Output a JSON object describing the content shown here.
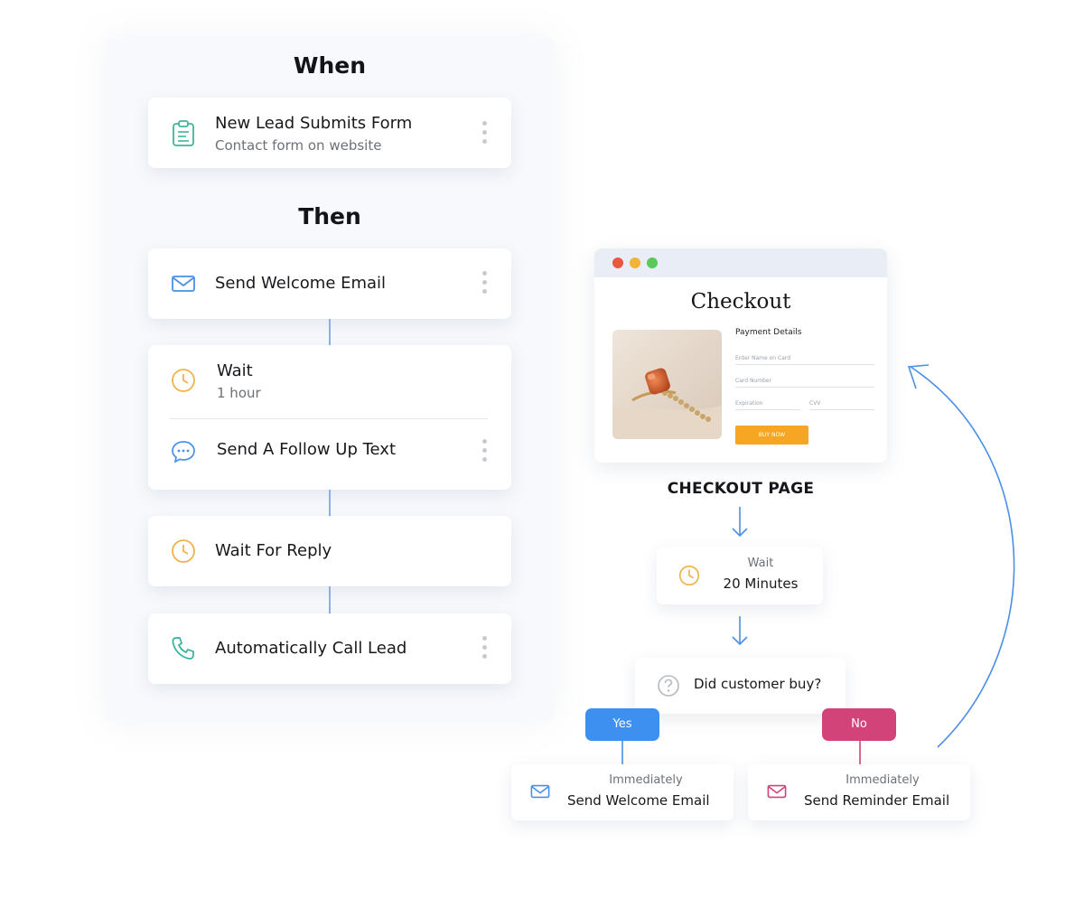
{
  "when": {
    "heading": "When",
    "trigger": {
      "title": "New Lead Submits Form",
      "subtitle": "Contact form on website"
    }
  },
  "then": {
    "heading": "Then",
    "steps": [
      {
        "title": "Send Welcome Email"
      },
      {
        "title": "Wait",
        "subtitle": "1 hour"
      },
      {
        "title": "Send A Follow Up Text"
      },
      {
        "title": "Wait For Reply"
      },
      {
        "title": "Automatically Call Lead"
      }
    ]
  },
  "checkout": {
    "window_title": "Checkout",
    "payment_heading": "Payment Details",
    "fields": {
      "name": "Enter Name on Card",
      "number": "Card Number",
      "expiration": "Expiration",
      "cvv": "CVV"
    },
    "buy_button": "BUY NOW",
    "page_label": "CHECKOUT PAGE"
  },
  "flow": {
    "wait": {
      "caption": "Wait",
      "value": "20 Minutes"
    },
    "question": "Did customer buy?",
    "yes_label": "Yes",
    "no_label": "No",
    "yes_action": {
      "caption": "Immediately",
      "title": "Send Welcome Email"
    },
    "no_action": {
      "caption": "Immediately",
      "title": "Send Reminder Email"
    }
  },
  "colors": {
    "accent_blue": "#4a8fe8",
    "yes_pill": "#3d8ff0",
    "no_pill": "#d2437a",
    "clock": "#f0b348",
    "trigger_icon": "#3fb59a",
    "phone_icon": "#2fb39a",
    "buy_button": "#f6a623"
  },
  "icons": {
    "trigger": "clipboard-icon",
    "email": "envelope-icon",
    "wait": "clock-icon",
    "text": "chat-bubble-icon",
    "call": "phone-icon",
    "question": "question-mark-icon"
  }
}
